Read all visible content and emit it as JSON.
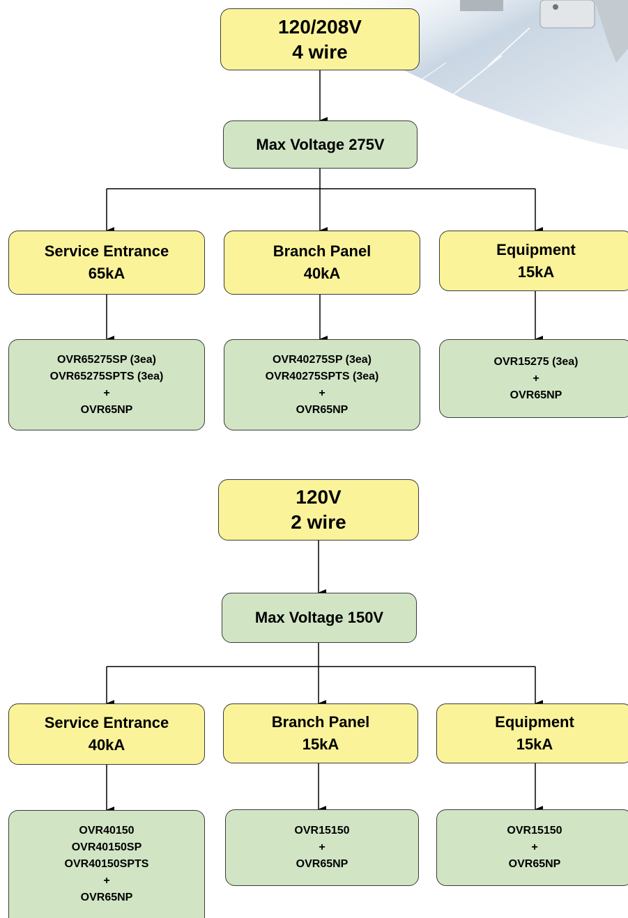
{
  "diagrams": [
    {
      "system": {
        "line1": "120/208V",
        "line2": "4 wire"
      },
      "max_voltage": "Max Voltage 275V",
      "branches": [
        {
          "label": "Service Entrance",
          "rating": "65kA",
          "products": [
            "OVR65275SP (3ea)",
            "OVR65275SPTS (3ea)",
            "+",
            "OVR65NP"
          ]
        },
        {
          "label": "Branch Panel",
          "rating": "40kA",
          "products": [
            "OVR40275SP (3ea)",
            "OVR40275SPTS (3ea)",
            "+",
            "OVR65NP"
          ]
        },
        {
          "label": "Equipment",
          "rating": "15kA",
          "products": [
            "OVR15275 (3ea)",
            "+",
            "OVR65NP"
          ]
        }
      ]
    },
    {
      "system": {
        "line1": "120V",
        "line2": "2 wire"
      },
      "max_voltage": "Max Voltage 150V",
      "branches": [
        {
          "label": "Service Entrance",
          "rating": "40kA",
          "products": [
            "OVR40150",
            "OVR40150SP",
            "OVR40150SPTS",
            "+",
            "OVR65NP"
          ]
        },
        {
          "label": "Branch Panel",
          "rating": "15kA",
          "products": [
            "OVR15150",
            "+",
            "OVR65NP"
          ]
        },
        {
          "label": "Equipment",
          "rating": "15kA",
          "products": [
            "OVR15150",
            "+",
            "OVR65NP"
          ]
        }
      ]
    }
  ],
  "colors": {
    "node_yellow": "#fbf39a",
    "node_green": "#d1e5c4",
    "border": "#3a3a3a"
  }
}
